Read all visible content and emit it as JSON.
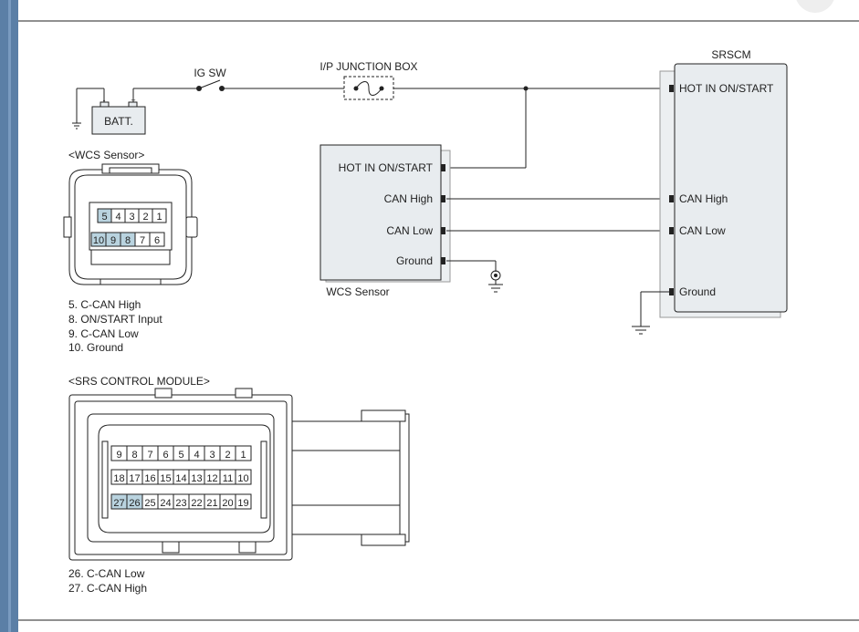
{
  "labels": {
    "ig_sw": "IG SW",
    "ip_junction_box": "I/P JUNCTION BOX",
    "srscm": "SRSCM",
    "batt": "BATT.",
    "batt_neg": "-",
    "batt_pos": "+",
    "wcs_connector_title": "<WCS Sensor>",
    "wcs_module_caption": "WCS Sensor",
    "srs_connector_title": "<SRS CONTROL MODULE>"
  },
  "wcs_module": {
    "pins": [
      "HOT IN ON/START",
      "CAN High",
      "CAN Low",
      "Ground"
    ]
  },
  "srscm_module": {
    "pins": [
      "HOT IN ON/START",
      "CAN High",
      "CAN Low",
      "Ground"
    ]
  },
  "wcs_connector": {
    "row_top": [
      "5",
      "4",
      "3",
      "2",
      "1"
    ],
    "row_bottom": [
      "10",
      "9",
      "8",
      "7",
      "6"
    ],
    "highlighted_pins": [
      "5",
      "10",
      "9",
      "8"
    ],
    "pin_legend": [
      "5. C-CAN High",
      "8. ON/START Input",
      "9. C-CAN Low",
      "10. Ground"
    ]
  },
  "srs_connector": {
    "row_1": [
      "9",
      "8",
      "7",
      "6",
      "5",
      "4",
      "3",
      "2",
      "1"
    ],
    "row_2": [
      "18",
      "17",
      "16",
      "15",
      "14",
      "13",
      "12",
      "11",
      "10"
    ],
    "row_3": [
      "27",
      "26",
      "25",
      "24",
      "23",
      "22",
      "21",
      "20",
      "19"
    ],
    "highlighted_pins": [
      "27",
      "26"
    ],
    "pin_legend": [
      "26. C-CAN Low",
      "27. C-CAN High"
    ]
  },
  "colors": {
    "line": "#222222",
    "box_fill": "#e8ecef",
    "pin_highlight": "#b9d3df",
    "left_edge": "#5b7fa6"
  }
}
